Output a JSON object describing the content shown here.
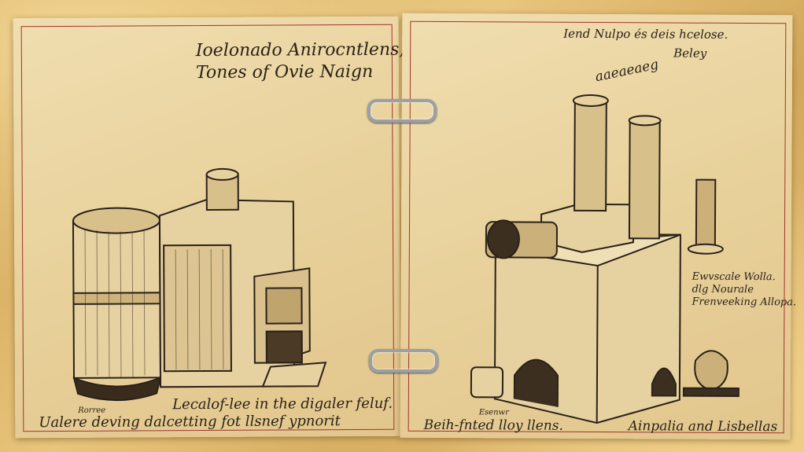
{
  "left_page": {
    "title_line1": "Ioelonado Anirocntlens,",
    "title_line2": "Tones of Ovie Naign",
    "caption_small": "Rorree",
    "caption_line1": "Lecalof-lee in the digaler feluf.",
    "caption_line2": "Ualere deving dalcetting fot llsnef ypnorit"
  },
  "right_page": {
    "title_line1": "Iend Nulpo és deis hcelose.",
    "title_scribble": "aaeaeaeg",
    "title_side": "Beley",
    "side_note_line1": "Ewvscale Wolla.",
    "side_note_line2": "dlg Nourale",
    "side_note_line3": "Frenveeking Allopa.",
    "caption_small": "Esenwr",
    "caption_left": "Beih-fnted lloy llens.",
    "caption_right": "Ainpalia and Lisbellas"
  },
  "colors": {
    "paper": "#ecd6a3",
    "ink": "#2a2118",
    "border": "#a2342a"
  }
}
